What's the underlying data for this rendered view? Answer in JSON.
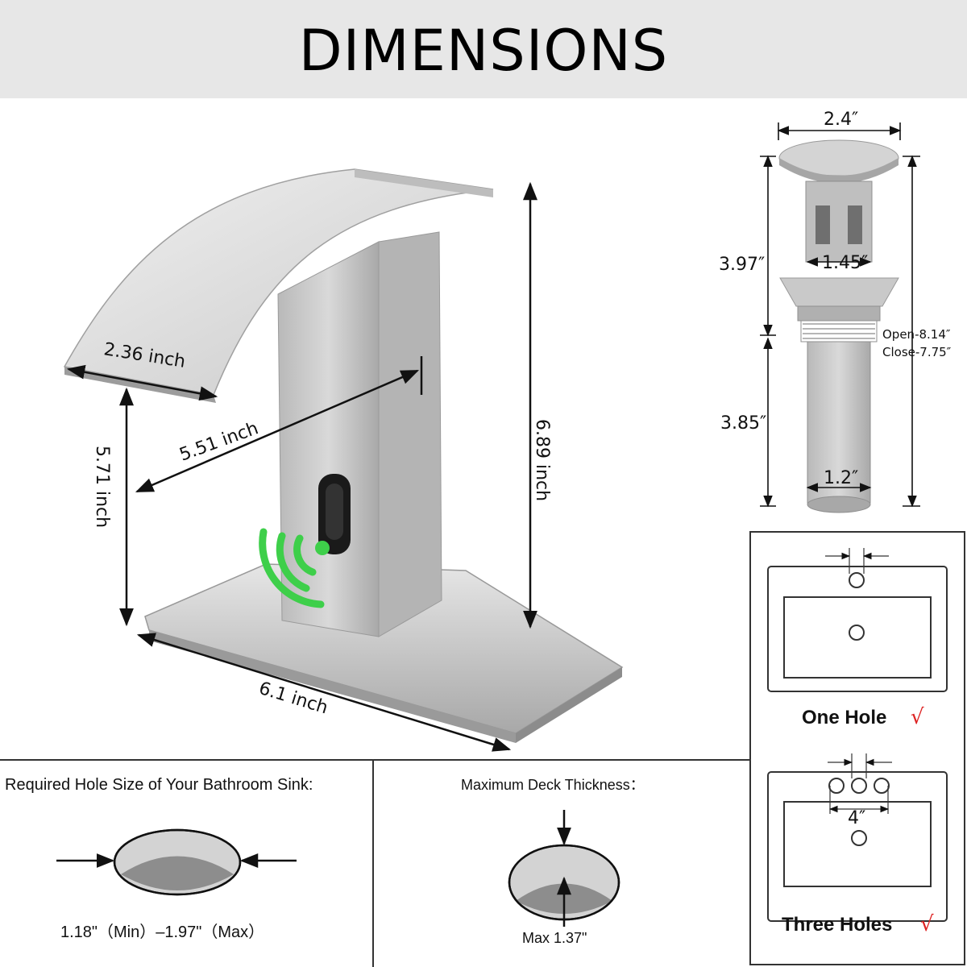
{
  "title": "DIMENSIONS",
  "faucet": {
    "spout_width": "2.36 inch",
    "reach": "5.51 inch",
    "spout_height": "5.71 inch",
    "total_height": "6.89 inch",
    "base_length": "6.1 inch"
  },
  "drain": {
    "cap_width": "2.4″",
    "upper_height": "3.97″",
    "body_width": "1.45″",
    "lower_height": "3.85″",
    "tail_width": "1.2″",
    "open_length": "Open-8.14″",
    "close_length": "Close-7.75″"
  },
  "installation": {
    "one_hole_label": "One Hole",
    "three_holes_label": "Three Holes",
    "spread": "4″",
    "check_mark": "√"
  },
  "hole_size": {
    "heading": "Required Hole Size of Your Bathroom Sink:",
    "range": "1.18\"（Min）–1.97\"（Max）"
  },
  "deck": {
    "heading": "Maximum Deck Thickness：",
    "max": "Max 1.37\""
  },
  "colors": {
    "banner": "#e7e7e7",
    "sensor_wave": "#3ecf4a",
    "check": "#dd2222"
  }
}
